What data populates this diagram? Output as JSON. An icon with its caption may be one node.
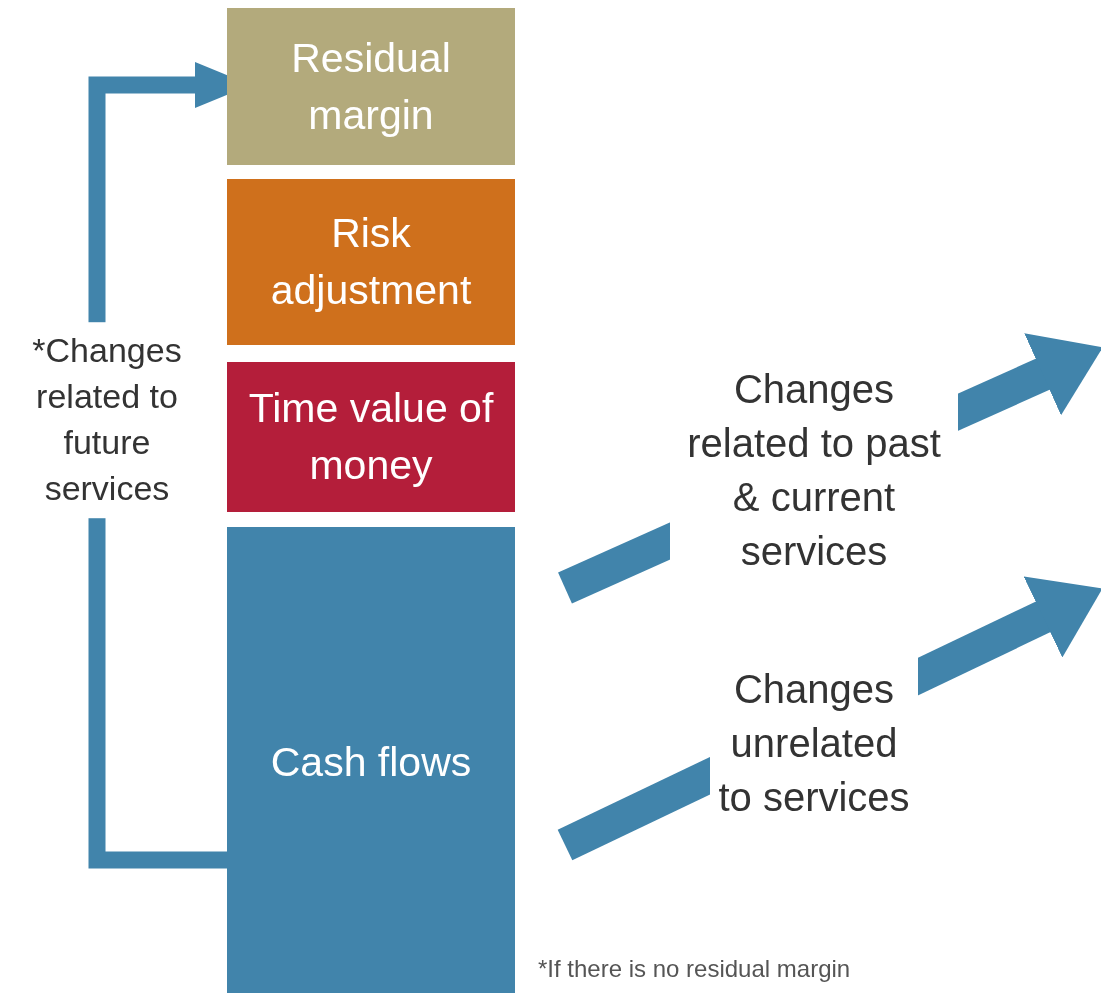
{
  "diagram": {
    "nodes": [
      {
        "text": [
          "Residual margin"
        ]
      },
      {
        "text": [
          "Risk adjustment"
        ]
      },
      {
        "text": [
          "Time value of money"
        ]
      },
      {
        "text": [
          "Cash flows"
        ]
      }
    ],
    "edges": [
      {
        "from": 3,
        "to": 0,
        "arrow": "to",
        "label": "*Changes related to future services"
      },
      {
        "from": 3,
        "to": null,
        "arrow": "to",
        "label": "Changes related to past & current services"
      },
      {
        "from": 3,
        "to": null,
        "arrow": "to",
        "label": "Changes unrelated to services"
      }
    ],
    "labels": [
      "*If there is no residual margin"
    ]
  }
}
